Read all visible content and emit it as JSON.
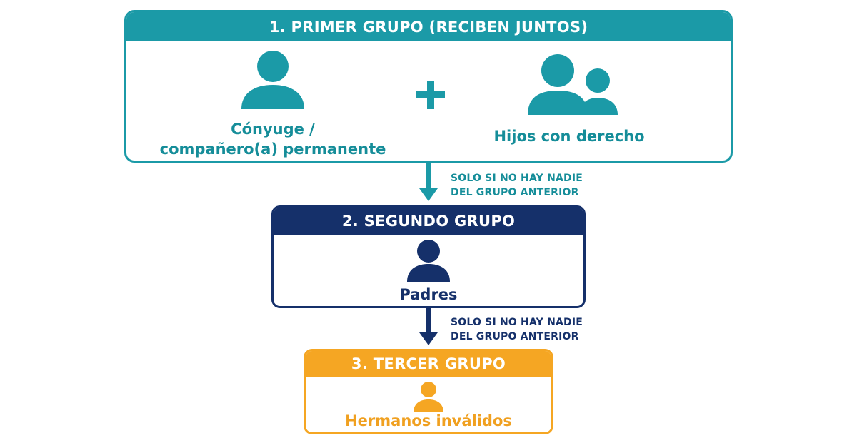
{
  "groups": [
    {
      "title": "1. PRIMER GRUPO (RECIBEN JUNTOS)",
      "color": "#1b9aa7",
      "members": [
        {
          "label_line1": "Cónyuge /",
          "label_line2": "compañero(a) permanente",
          "icon": "person-icon"
        },
        {
          "label": "Hijos con derecho",
          "icon": "people-icon"
        }
      ],
      "joiner": "plus-icon"
    },
    {
      "title": "2. SEGUNDO GRUPO",
      "color": "#15306a",
      "members": [
        {
          "label": "Padres",
          "icon": "person-icon"
        }
      ]
    },
    {
      "title": "3. TERCER GRUPO",
      "color": "#f5a623",
      "members": [
        {
          "label": "Hermanos inválidos",
          "icon": "person-icon"
        }
      ]
    }
  ],
  "transitions": [
    {
      "line1": "SOLO SI NO HAY NADIE",
      "line2": "DEL GRUPO ANTERIOR",
      "color": "#1b9aa7"
    },
    {
      "line1": "SOLO SI NO HAY NADIE",
      "line2": "DEL GRUPO ANTERIOR",
      "color": "#15306a"
    }
  ]
}
